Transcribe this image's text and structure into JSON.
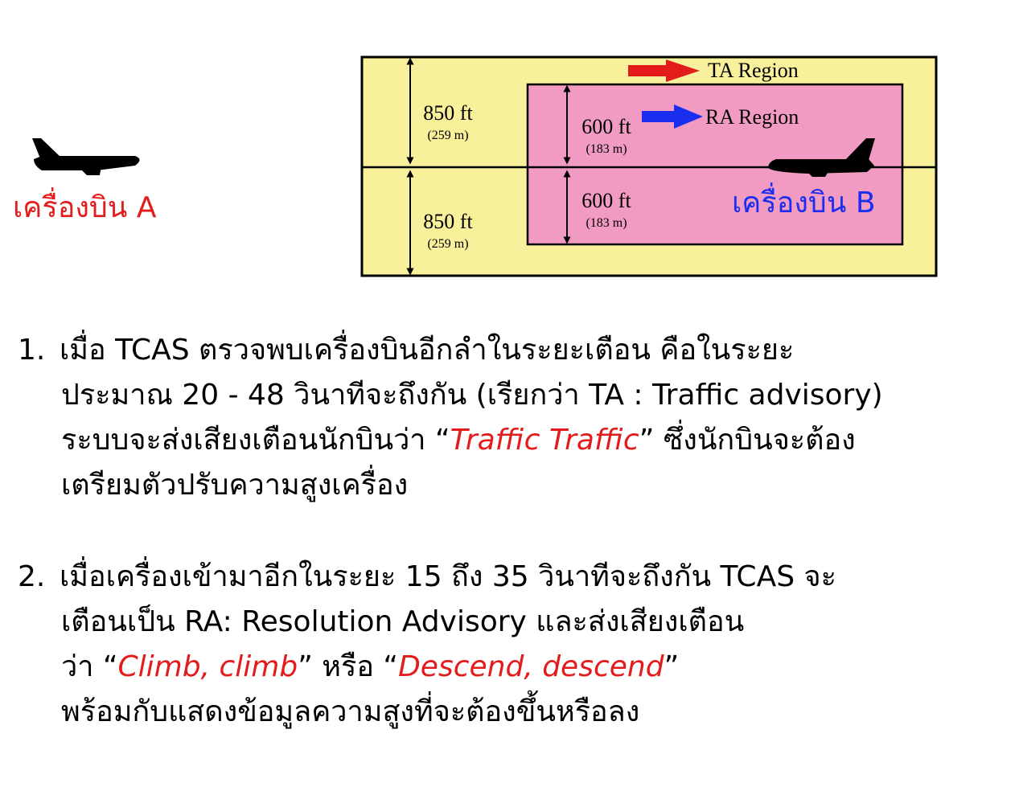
{
  "diagram": {
    "ta_region_label": "TA Region",
    "ra_region_label": "RA Region",
    "ta_upper_ft": "850 ft",
    "ta_upper_m": "(259 m)",
    "ta_lower_ft": "850 ft",
    "ta_lower_m": "(259 m)",
    "ra_upper_ft": "600 ft",
    "ra_upper_m": "(183 m)",
    "ra_lower_ft": "600 ft",
    "ra_lower_m": "(183 m)",
    "aircraft_a_label": "เครื่องบิน A",
    "aircraft_b_label": "เครื่องบิน B",
    "colors": {
      "ta_region_fill": "#f8f09a",
      "ra_region_fill": "#f29bc2",
      "ta_arrow": "#e31b1b",
      "ra_arrow": "#1a2ef0",
      "aircraft_a_label": "#e31b1b",
      "aircraft_b_label": "#1a2ef0",
      "emphasis": "#e31b1b"
    }
  },
  "para1": {
    "number": "1.",
    "line1": "เมื่อ TCAS ตรวจพบเครื่องบินอีกลำในระยะเตือน คือในระยะ",
    "line2": "ประมาณ 20 - 48 วินาทีจะถึงกัน (เรียกว่า TA : Traffic advisory)",
    "line3_before": "ระบบจะส่งเสียงเตือนนักบินว่า “",
    "line3_emph": "Traffic Traffic",
    "line3_after": "” ซึ่งนักบินจะต้อง",
    "line4": "เตรียมตัวปรับความสูงเครื่อง"
  },
  "para2": {
    "number": "2.",
    "line1": "เมื่อเครื่องเข้ามาอีกในระยะ 15 ถึง 35 วินาทีจะถึงกัน  TCAS จะ",
    "line2": "เตือนเป็น  RA: Resolution Advisory  และส่งเสียงเตือน",
    "line3_a": "ว่า “",
    "line3_emph1": "Climb, climb",
    "line3_b": "” หรือ “",
    "line3_emph2": "Descend, descend",
    "line3_c": "”",
    "line4": "พร้อมกับแสดงข้อมูลความสูงที่จะต้องขึ้นหรือลง"
  }
}
